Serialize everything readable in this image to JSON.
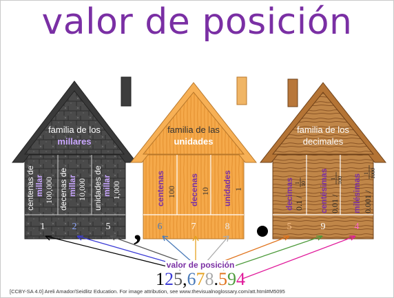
{
  "title": "valor de posición",
  "houses": {
    "millares": {
      "family_prefix": "familia de los",
      "family_name": "millares",
      "columns": [
        {
          "name": "centenas de",
          "name_highlight": "millar",
          "value": "100,000",
          "digit": "1"
        },
        {
          "name": "decenas de",
          "name_highlight": "millar",
          "value": "10,000",
          "digit": "2"
        },
        {
          "name": "unidades de",
          "name_highlight": "millar",
          "value": "1,000",
          "digit": "5"
        }
      ]
    },
    "unidades": {
      "family_prefix": "familia de las",
      "family_name": "unidades",
      "columns": [
        {
          "name": "centenas",
          "value": "100",
          "digit": "6"
        },
        {
          "name": "decenas",
          "value": "10",
          "digit": "7"
        },
        {
          "name": "unidades",
          "value": "1",
          "digit": "8"
        }
      ]
    },
    "decimales": {
      "family_prefix": "familia de los",
      "family_name": "decimales",
      "columns": [
        {
          "name": "decimas",
          "value": "0.1 /",
          "fraction": {
            "num": "1",
            "den": "10"
          },
          "digit": "5"
        },
        {
          "name": "centésimas",
          "value": "0.01 /",
          "fraction": {
            "num": "1",
            "den": "100"
          },
          "digit": "9"
        },
        {
          "name": "milésimas",
          "value": "0.001 /",
          "fraction": {
            "num": "1",
            "den": "1000"
          },
          "digit": "4"
        }
      ]
    }
  },
  "separators": {
    "comma": ",",
    "point": "."
  },
  "caption": "valor de posición",
  "number": {
    "digits": [
      "1",
      "2",
      "5",
      ",",
      "6",
      "7",
      "8",
      ".",
      "5",
      "9",
      "4"
    ]
  },
  "colors": {
    "title": "#7a2fa4",
    "highlight": "#7a2fa4",
    "house_gray": "#4a4a4a",
    "house_orange": "#f5a94a",
    "house_brown": "#b97a3c",
    "d1": "#000000",
    "d2": "#3b3bd6",
    "d5a": "#555555",
    "d6": "#4a7ab8",
    "d7": "#e6a21e",
    "d8": "#aaaaaa",
    "d5b": "#e0731c",
    "d9": "#4c9a3a",
    "d4": "#e0199a"
  },
  "credit": "[CCBY-SA 4.0] Areli Amador/Seidlitz Education. For image attribution, see www.thevisualnoglossary.com/att.html#M5095"
}
